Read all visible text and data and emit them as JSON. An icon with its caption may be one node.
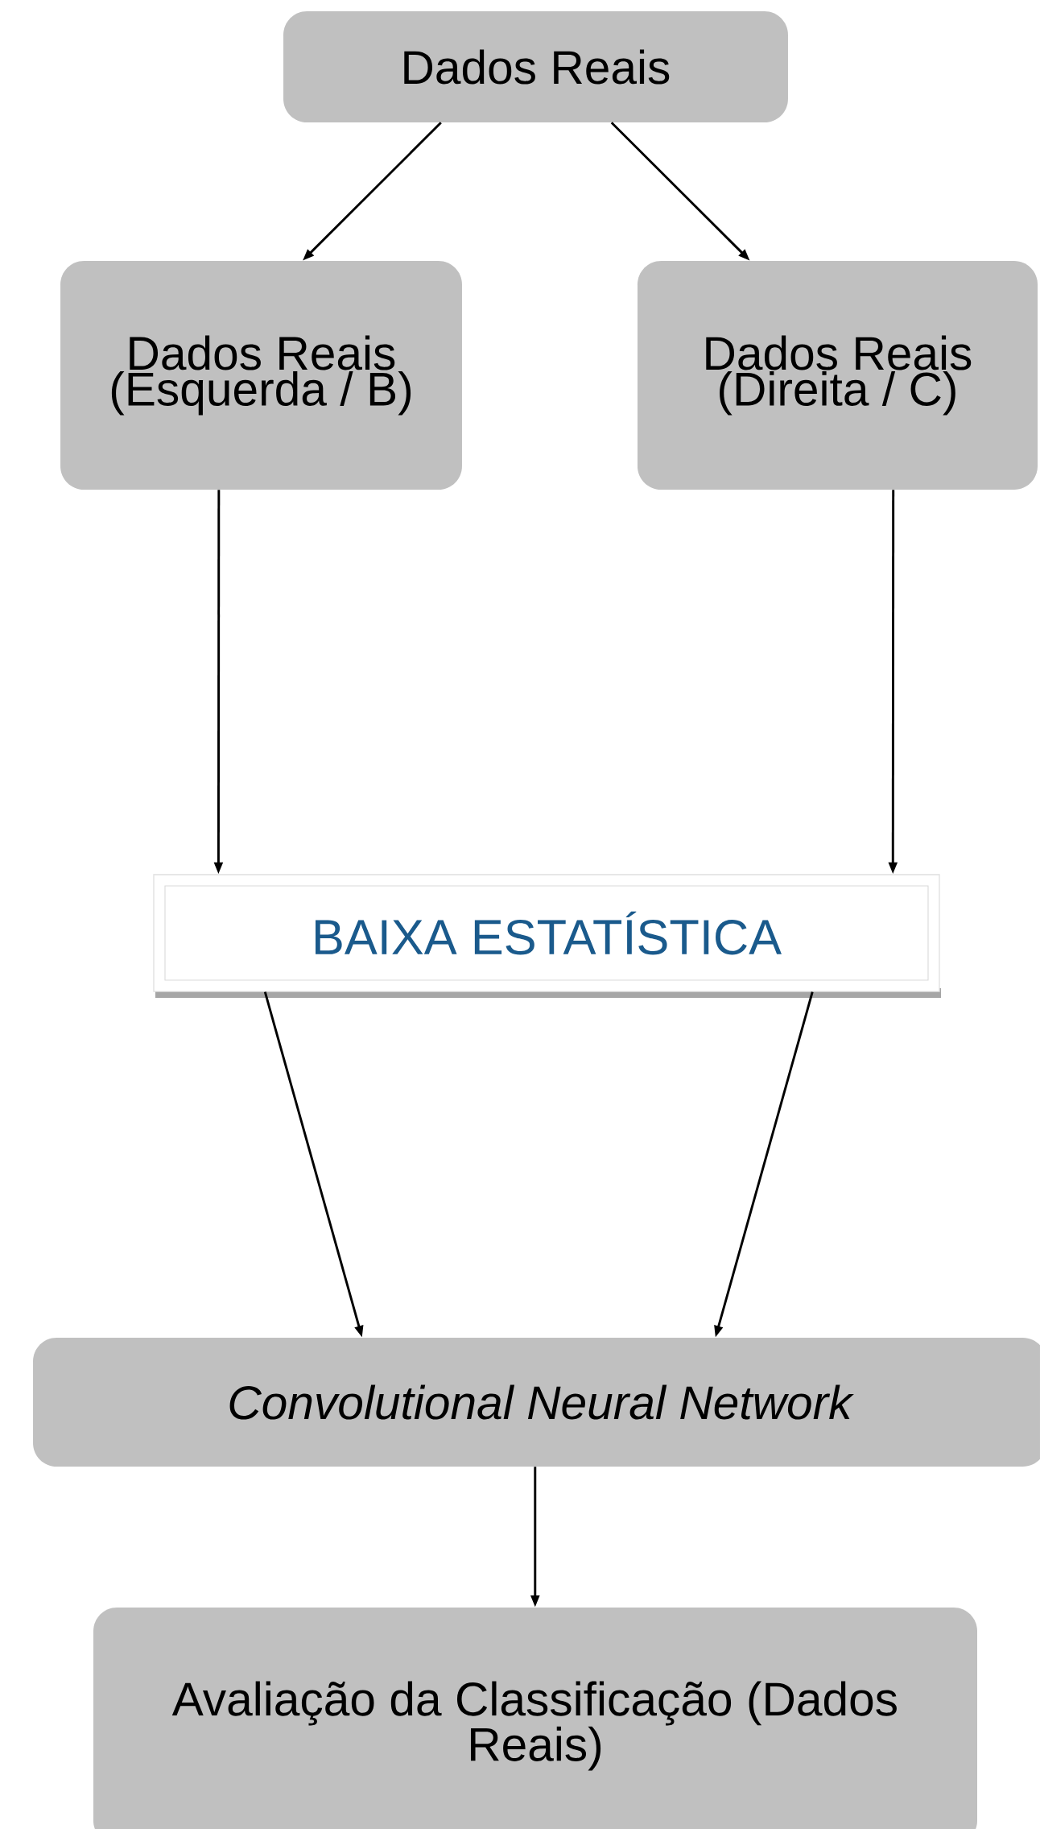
{
  "diagram": {
    "nodes": [
      {
        "text": [
          "Dados Reais"
        ]
      },
      {
        "text": [
          "Dados Reais (Esquerda / B)"
        ]
      },
      {
        "text": [
          "Dados Reais (Direita / C)"
        ]
      },
      {
        "text": [
          "BAIXA ESTATÍSTICA"
        ]
      },
      {
        "text": [
          "Convolutional Neural Network"
        ]
      },
      {
        "text": [
          "Avaliação da Classificação (Dados Reais)"
        ]
      }
    ],
    "edges": [
      {
        "from": 0,
        "to": 1,
        "arrow": "to"
      },
      {
        "from": 0,
        "to": 2,
        "arrow": "to"
      },
      {
        "from": 1,
        "to": 3,
        "arrow": "to"
      },
      {
        "from": 2,
        "to": 3,
        "arrow": "to"
      },
      {
        "from": 3,
        "to": 4,
        "arrow": "to"
      },
      {
        "from": 3,
        "to": 4,
        "arrow": "to"
      },
      {
        "from": 4,
        "to": 5,
        "arrow": "to"
      }
    ]
  }
}
